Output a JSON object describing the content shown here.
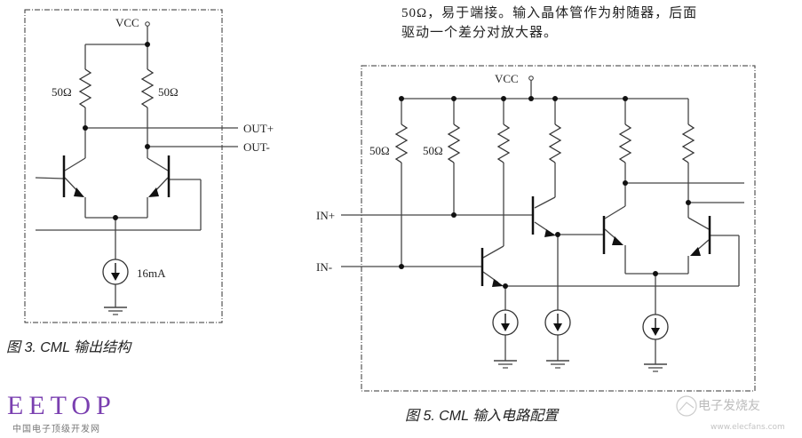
{
  "paragraph": {
    "line1": "50Ω，易于端接。输入晶体管作为射随器，后面",
    "line2": "驱动一个差分对放大器。"
  },
  "figure3": {
    "caption": "图 3. CML 输出结构",
    "labels": {
      "vcc": "VCC",
      "r_left": "50Ω",
      "r_right": "50Ω",
      "out_plus": "OUT+",
      "out_minus": "OUT-",
      "current": "16mA"
    }
  },
  "figure5": {
    "caption": "图 5. CML 输入电路配置",
    "labels": {
      "vcc": "VCC",
      "r1": "50Ω",
      "r2": "50Ω",
      "in_plus": "IN+",
      "in_minus": "IN-"
    }
  },
  "logo": {
    "name": "EETOP",
    "subtitle": "中国电子顶级开发网"
  },
  "watermark": {
    "name": "电子发烧友",
    "url": "www.elecfans.com"
  }
}
